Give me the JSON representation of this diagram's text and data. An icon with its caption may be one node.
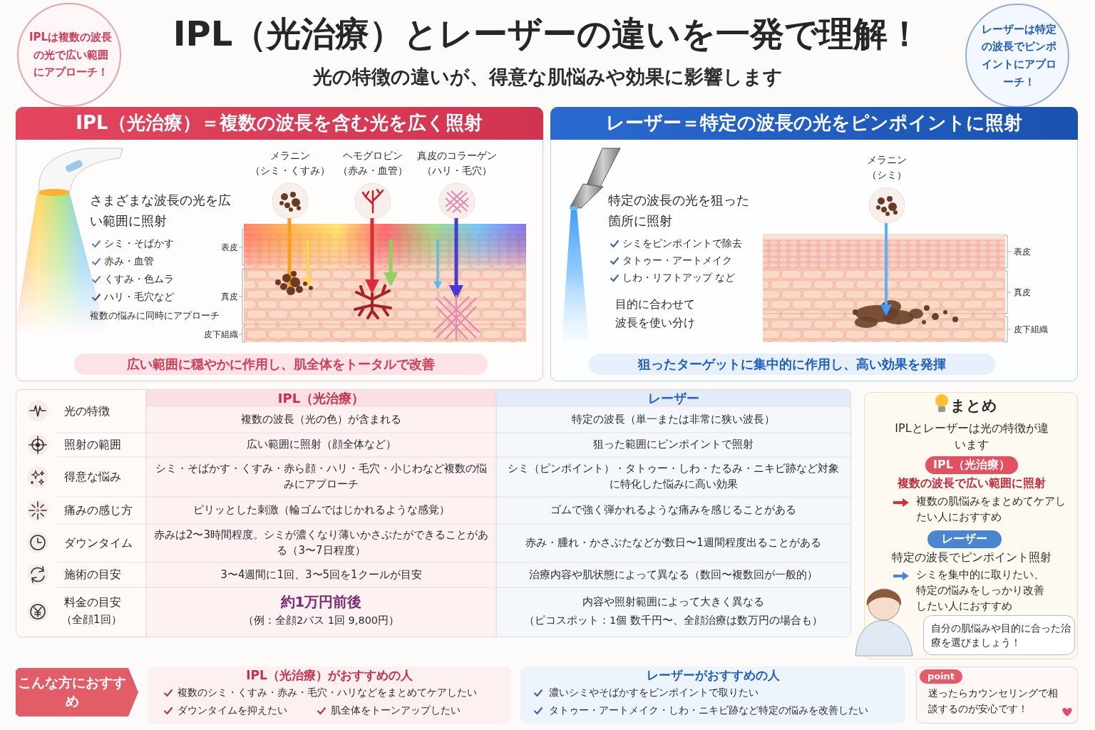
{
  "diagram": {
    "title": "IPL（光治療）とレーザーの違いを一発で理解！",
    "nodes": [
      {
        "text": [
          "IPLは複数の波長の光で広い範囲にアプローチ！"
        ]
      },
      {
        "text": [
          "レーザーは特定の波長でピンポイントにアプローチ！"
        ]
      },
      {
        "text": [
          "IPL（光治療）＝複数の波長を含む光を広く照射",
          "さまざまな波長の光を広い範囲に照射",
          "シミ・そばかす",
          "赤み・血管",
          "くすみ・色ムラ",
          "ハリ・毛穴など",
          "複数の悩みに同時にアプローチ"
        ]
      },
      {
        "text": [
          "メラニン",
          "（シミ・くすみ）"
        ],
        "in": 2
      },
      {
        "text": [
          "ヘモグロビン",
          "（赤み・血管）"
        ],
        "in": 2
      },
      {
        "text": [
          "真皮のコラーゲン",
          "（ハリ・毛穴）"
        ],
        "in": 2
      },
      {
        "text": [
          "広い範囲に穏やかに作用し、肌全体をトータルで改善"
        ],
        "in": 2
      },
      {
        "text": [
          "レーザー＝特定の波長の光をピンポイントに照射",
          "特定の波長の光を狙った箇所に照射",
          "シミをピンポイントで除去",
          "タトゥー・アートメイク",
          "しわ・リフトアップ など",
          "目的に合わせて波長を使い分け"
        ]
      },
      {
        "text": [
          "メラニン",
          "（シミ）"
        ],
        "in": 7
      },
      {
        "text": [
          "狙ったターゲットに集中的に作用し、高い効果を発揮"
        ],
        "in": 7
      },
      {
        "text": [
          "まとめ",
          "IPLとレーザーは光の特徴が違います",
          "複数の波長で広い範囲に照射",
          "複数の肌悩みをまとめてケアしたい人におすすめ",
          "特定の波長でピンポイント照射",
          "シミを集中的に取りたい、特定の悩みをしっかり改善したい人におすすめ"
        ]
      },
      {
        "text": [
          "IPL（光治療）"
        ],
        "in": 10
      },
      {
        "text": [
          "レーザー"
        ],
        "in": 10
      },
      {
        "text": [
          "自分の肌悩みや目的に合った治療を選びましょう！"
        ],
        "in": 10
      },
      {
        "text": [
          "こんな方におすすめ"
        ]
      },
      {
        "text": [
          "IPL（光治療）がおすすめの人",
          "複数のシミ・くすみ・赤み・毛穴・ハリなどをまとめてケアしたい",
          "ダウンタイムを抑えたい",
          "肌全体をトーンアップしたい"
        ]
      },
      {
        "text": [
          "レーザーがおすすめの人",
          "濃いシミやそばかすをピンポイントで取りたい",
          "タトゥー・アートメイク・しわ・ニキビ跡など特定の悩みを改善したい"
        ]
      },
      {
        "text": [
          "迷ったらカウンセリングで相談するのが安心です！"
        ]
      },
      {
        "text": [
          "point"
        ],
        "in": 17
      }
    ],
    "labels": [
      "光の特徴の違いが、得意な肌悩みや効果に影響します",
      "表皮",
      "真皮",
      "皮下組織",
      "表皮",
      "真皮",
      "皮下組織",
      "IPL（光治療）",
      "レーザー",
      "光の特徴",
      "複数の波長（光の色）が含まれる",
      "特定の波長（単一または非常に狭い波長）",
      "照射の範囲",
      "広い範囲に照射（顔全体など）",
      "狙った範囲にピンポイントで照射",
      "得意な悩み",
      "シミ・そばかす・くすみ・赤ら顔・ハリ・毛穴・小じわなど複数の悩みにアプローチ",
      "シミ（ピンポイント）・タトゥー・しわ・たるみ・ニキビ跡など対象に特化した悩みに高い効果",
      "痛みの感じ方",
      "ピリッとした刺激（輪ゴムではじかれるような感覚）",
      "ゴムで強く弾かれるような痛みを感じることがある",
      "ダウンタイム",
      "赤みは2〜3時間程度。シミが濃くなり薄いかさぶたができることがある（3〜7日程度）",
      "赤み・腫れ・かさぶたなどが数日〜1週間程度出ることがある",
      "施術の目安",
      "3〜4週間に1回、3〜5回を1クールが目安",
      "治療内容や肌状態によって異なる（数回〜複数回が一般的）",
      "料金の目安",
      "（全顔1回）",
      "約1万円前後",
      "（例：全顔2パス 1回 9,800円）",
      "内容や照射範囲によって大きく異なる",
      "（ピコスポット：1個 数千円〜、全顔治療は数万円の場合も）"
    ]
  }
}
